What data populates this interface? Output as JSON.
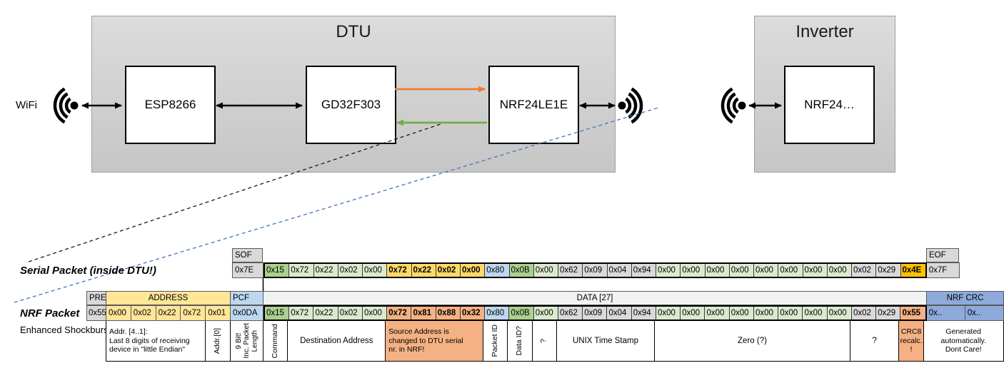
{
  "diagram": {
    "dtu_title": "DTU",
    "inverter_title": "Inverter",
    "wifi_label": "WiFi",
    "components": {
      "esp": "ESP8266",
      "gd": "GD32F303",
      "nrf_dtu": "NRF24LE1E",
      "nrf_inv": "NRF24…"
    },
    "colors": {
      "uplink_arrow_orange": "#ED7D31",
      "downlink_arrow_green": "#70AD47",
      "nrf_callout_blue": "#4472C4"
    }
  },
  "serial_packet": {
    "label": "Serial Packet (inside DTU!)",
    "sof_header": "SOF",
    "sof_value": "0x7E",
    "eof_header": "EOF",
    "eof_value": "0x7F",
    "bytes": [
      {
        "v": "0x15",
        "c": "gmid"
      },
      {
        "v": "0x72",
        "c": "glight"
      },
      {
        "v": "0x22",
        "c": "glight"
      },
      {
        "v": "0x02",
        "c": "glight"
      },
      {
        "v": "0x00",
        "c": "glight"
      },
      {
        "v": "0x72",
        "c": "yellow"
      },
      {
        "v": "0x22",
        "c": "yellow"
      },
      {
        "v": "0x02",
        "c": "yellow"
      },
      {
        "v": "0x00",
        "c": "yellow"
      },
      {
        "v": "0x80",
        "c": "blue"
      },
      {
        "v": "0x0B",
        "c": "gmid"
      },
      {
        "v": "0x00",
        "c": "glight"
      },
      {
        "v": "0x62",
        "c": "gray"
      },
      {
        "v": "0x09",
        "c": "gray"
      },
      {
        "v": "0x04",
        "c": "gray"
      },
      {
        "v": "0x94",
        "c": "gray"
      },
      {
        "v": "0x00",
        "c": "glight"
      },
      {
        "v": "0x00",
        "c": "glight"
      },
      {
        "v": "0x00",
        "c": "glight"
      },
      {
        "v": "0x00",
        "c": "glight"
      },
      {
        "v": "0x00",
        "c": "glight"
      },
      {
        "v": "0x00",
        "c": "glight"
      },
      {
        "v": "0x00",
        "c": "glight"
      },
      {
        "v": "0x00",
        "c": "glight"
      },
      {
        "v": "0x02",
        "c": "gray"
      },
      {
        "v": "0x29",
        "c": "gray"
      },
      {
        "v": "0x4E",
        "c": "amber"
      }
    ]
  },
  "nrf_packet": {
    "label": "NRF Packet",
    "sublabel": "Enhanced Shockburst",
    "headers": [
      {
        "label": "PRE",
        "c": "hgray"
      },
      {
        "label": "ADDRESS",
        "c": "haddr"
      },
      {
        "label": "PCF",
        "c": "hpcf"
      },
      {
        "label": "DATA [27]",
        "c": "hdata"
      },
      {
        "label": "NRF CRC",
        "c": "hcrc"
      }
    ],
    "pre_value": "0x55",
    "address_bytes": [
      "0x00",
      "0x02",
      "0x22",
      "0x72",
      "0x01"
    ],
    "pcf_value": "0x0DA",
    "bytes": [
      {
        "v": "0x15",
        "c": "gmid"
      },
      {
        "v": "0x72",
        "c": "glight"
      },
      {
        "v": "0x22",
        "c": "glight"
      },
      {
        "v": "0x02",
        "c": "glight"
      },
      {
        "v": "0x00",
        "c": "glight"
      },
      {
        "v": "0x72",
        "c": "salmon"
      },
      {
        "v": "0x81",
        "c": "salmon"
      },
      {
        "v": "0x88",
        "c": "salmon"
      },
      {
        "v": "0x32",
        "c": "salmon"
      },
      {
        "v": "0x80",
        "c": "blue"
      },
      {
        "v": "0x0B",
        "c": "gmid"
      },
      {
        "v": "0x00",
        "c": "glight"
      },
      {
        "v": "0x62",
        "c": "gray"
      },
      {
        "v": "0x09",
        "c": "gray"
      },
      {
        "v": "0x04",
        "c": "gray"
      },
      {
        "v": "0x94",
        "c": "gray"
      },
      {
        "v": "0x00",
        "c": "glight"
      },
      {
        "v": "0x00",
        "c": "glight"
      },
      {
        "v": "0x00",
        "c": "glight"
      },
      {
        "v": "0x00",
        "c": "glight"
      },
      {
        "v": "0x00",
        "c": "glight"
      },
      {
        "v": "0x00",
        "c": "glight"
      },
      {
        "v": "0x00",
        "c": "glight"
      },
      {
        "v": "0x00",
        "c": "glight"
      },
      {
        "v": "0x02",
        "c": "gray"
      },
      {
        "v": "0x29",
        "c": "gray"
      },
      {
        "v": "0x55",
        "c": "salmon"
      }
    ],
    "crc_bytes": [
      "0x..",
      "0x.."
    ],
    "annotations": [
      {
        "text": "Addr. [4..1]:\nLast 8 digits of receiving\ndevice in \"little Endian\""
      },
      {
        "text": "Addr.[0]"
      },
      {
        "text": "9 Bit!\nInc. Packet\nLength"
      },
      {
        "text": "Command"
      },
      {
        "text": "Destination Address"
      },
      {
        "text": "Source Address is\nchanged to DTU serial\nnr. in NRF!"
      },
      {
        "text": "Packet ID"
      },
      {
        "text": "Data ID?"
      },
      {
        "text": "?"
      },
      {
        "text": "UNIX Time Stamp"
      },
      {
        "text": "Zero (?)"
      },
      {
        "text": "?"
      },
      {
        "text": "CRC8\nrecalc.\n!"
      },
      {
        "text": "Generated\nautomatically.\nDont Care!"
      }
    ]
  }
}
